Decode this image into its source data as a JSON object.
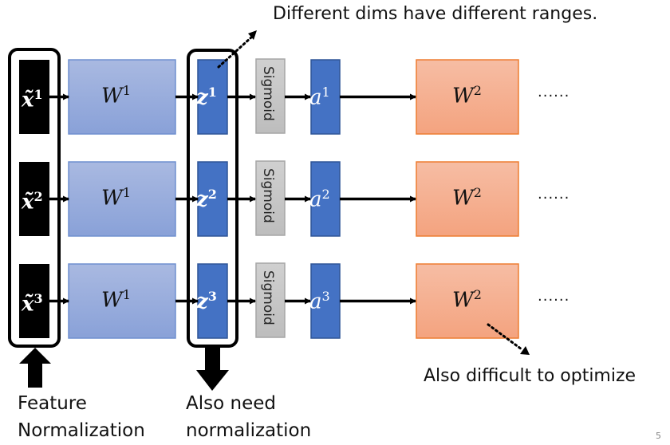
{
  "annotations": {
    "top": "Different dims have different ranges.",
    "bottom_right": "Also difficult to optimize",
    "left_line1": "Feature",
    "left_line2": "Normalization",
    "mid_line1": "Also need",
    "mid_line2": "normalization",
    "page_number": "5"
  },
  "rows": [
    {
      "x": "x̃",
      "x_sup": "1",
      "w1": "W",
      "w1_sup": "1",
      "z": "z",
      "z_sup": "1",
      "act": "Sigmoid",
      "a": "a",
      "a_sup": "1",
      "w2": "W",
      "w2_sup": "2",
      "ellipsis": "......"
    },
    {
      "x": "x̃",
      "x_sup": "2",
      "w1": "W",
      "w1_sup": "1",
      "z": "z",
      "z_sup": "2",
      "act": "Sigmoid",
      "a": "a",
      "a_sup": "2",
      "w2": "W",
      "w2_sup": "2",
      "ellipsis": "......"
    },
    {
      "x": "x̃",
      "x_sup": "3",
      "w1": "W",
      "w1_sup": "1",
      "z": "z",
      "z_sup": "3",
      "act": "Sigmoid",
      "a": "a",
      "a_sup": "3",
      "w2": "W",
      "w2_sup": "2",
      "ellipsis": "......"
    }
  ],
  "colors": {
    "input": "#000000",
    "w1_top": "#a8b8e0",
    "w1_bottom": "#8aa2d8",
    "z_a": "#4472c4",
    "sigmoid": "#c8c8c8",
    "w2_top": "#f6bca2",
    "w2_bottom": "#f4a27e"
  }
}
